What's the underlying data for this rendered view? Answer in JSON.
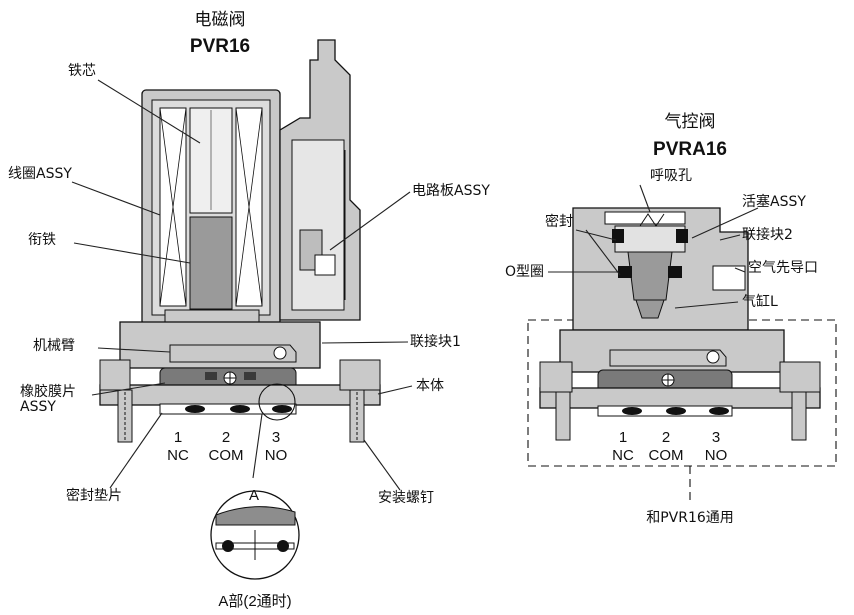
{
  "solenoid_valve": {
    "title": "电磁阀",
    "model": "PVR16",
    "labels": {
      "core": "铁芯",
      "coil": "线圈ASSY",
      "armature": "衔铁",
      "lever": "机械臂",
      "diaphragm_line1": "橡胶膜片",
      "diaphragm_line2": "ASSY",
      "pcb": "电路板ASSY",
      "block1": "联接块1",
      "body": "本体",
      "gasket": "密封垫片",
      "screw": "安装螺钉"
    },
    "ports": {
      "p1_num": "1",
      "p1_name": "NC",
      "p2_num": "2",
      "p2_name": "COM",
      "p3_num": "3",
      "p3_name": "NO"
    },
    "detail": {
      "marker": "A",
      "caption": "A部(2通时)"
    }
  },
  "pilot_valve": {
    "title": "气控阀",
    "model": "PVRA16",
    "labels": {
      "breather": "呼吸孔",
      "seal": "密封",
      "oring": "O型圈",
      "piston": "活塞ASSY",
      "block2": "联接块2",
      "pilot_port": "空气先导口",
      "cylinder": "气缸L",
      "common_note": "和PVR16通用"
    },
    "ports": {
      "p1_num": "1",
      "p1_name": "NC",
      "p2_num": "2",
      "p2_name": "COM",
      "p3_num": "3",
      "p3_name": "NO"
    }
  },
  "colors": {
    "background": "#ffffff",
    "housing_gray": "#c9c9c9",
    "dark_gray": "#8d8d8d",
    "core_fill": "#efefef",
    "armature_fill": "#9a9a9a",
    "outline": "#111111"
  }
}
